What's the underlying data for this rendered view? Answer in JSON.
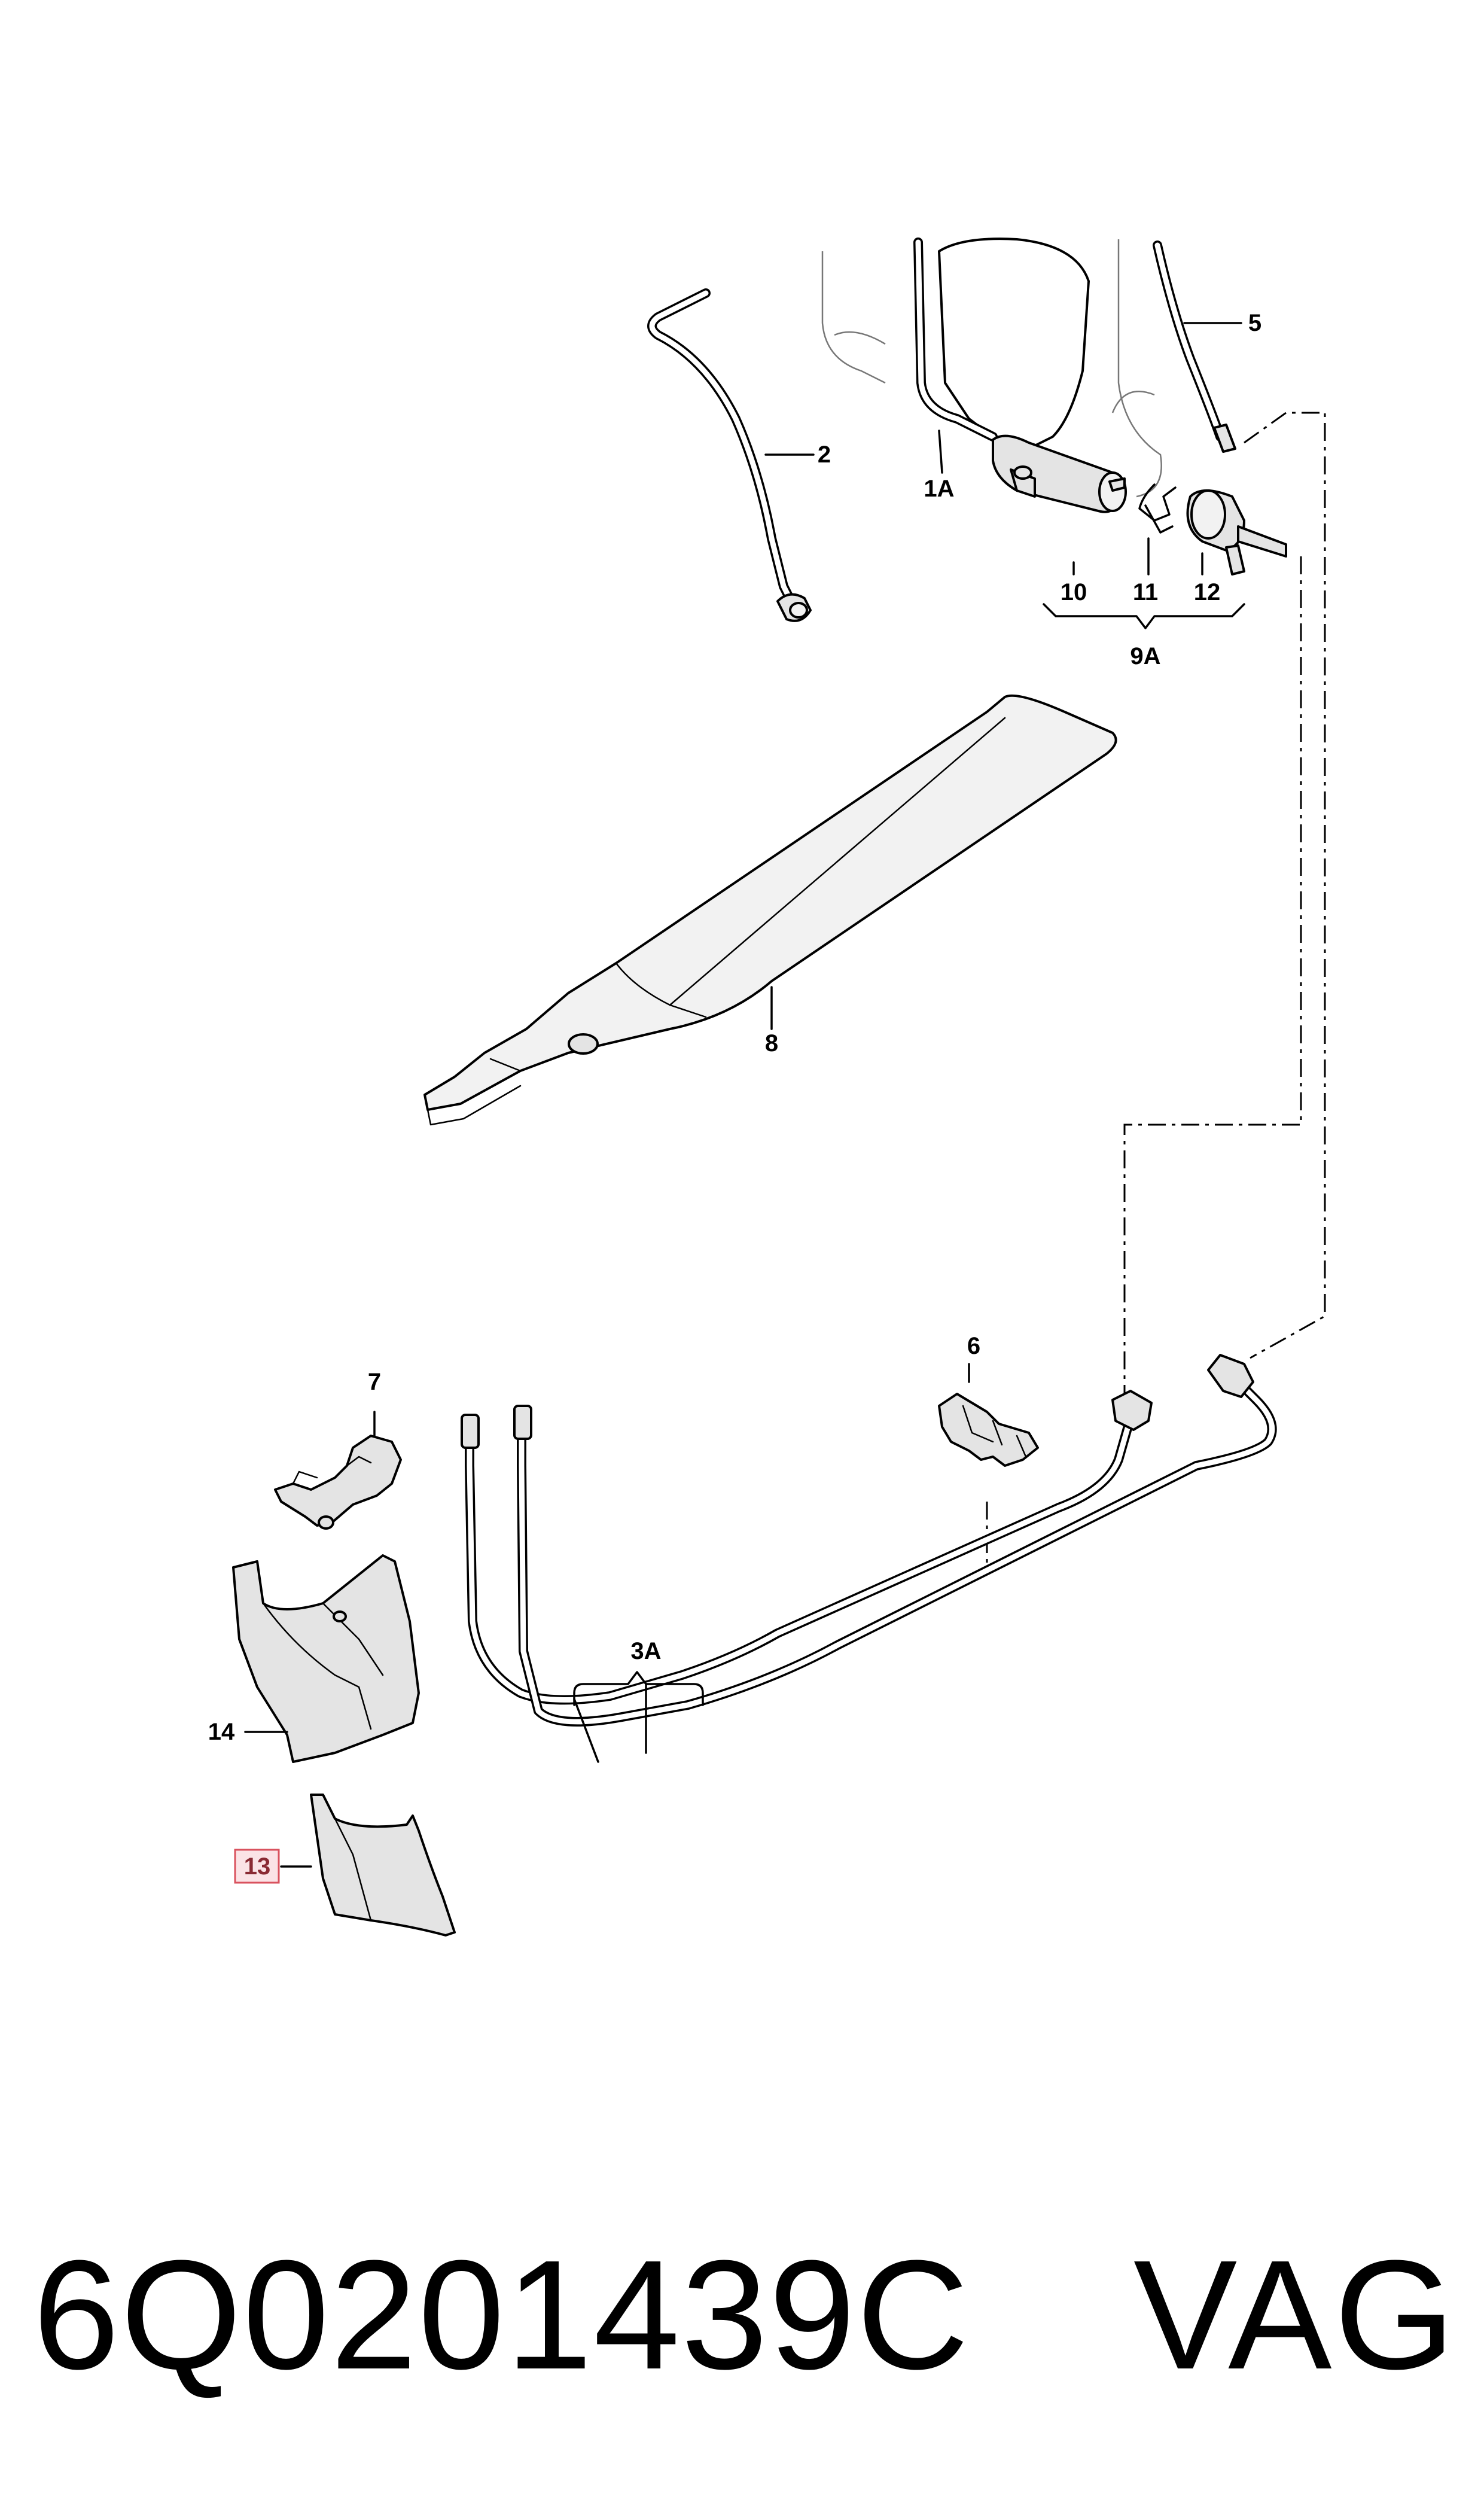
{
  "callouts": {
    "c1a": "1A",
    "c2": "2",
    "c3a": "3A",
    "c5": "5",
    "c6": "6",
    "c7": "7",
    "c8": "8",
    "c9a": "9A",
    "c10": "10",
    "c11": "11",
    "c12": "12",
    "c13": "13",
    "c14": "14"
  },
  "highlight_color": "#d9525e",
  "footer": {
    "part_number": "6Q0201439C",
    "brand": "VAG"
  }
}
